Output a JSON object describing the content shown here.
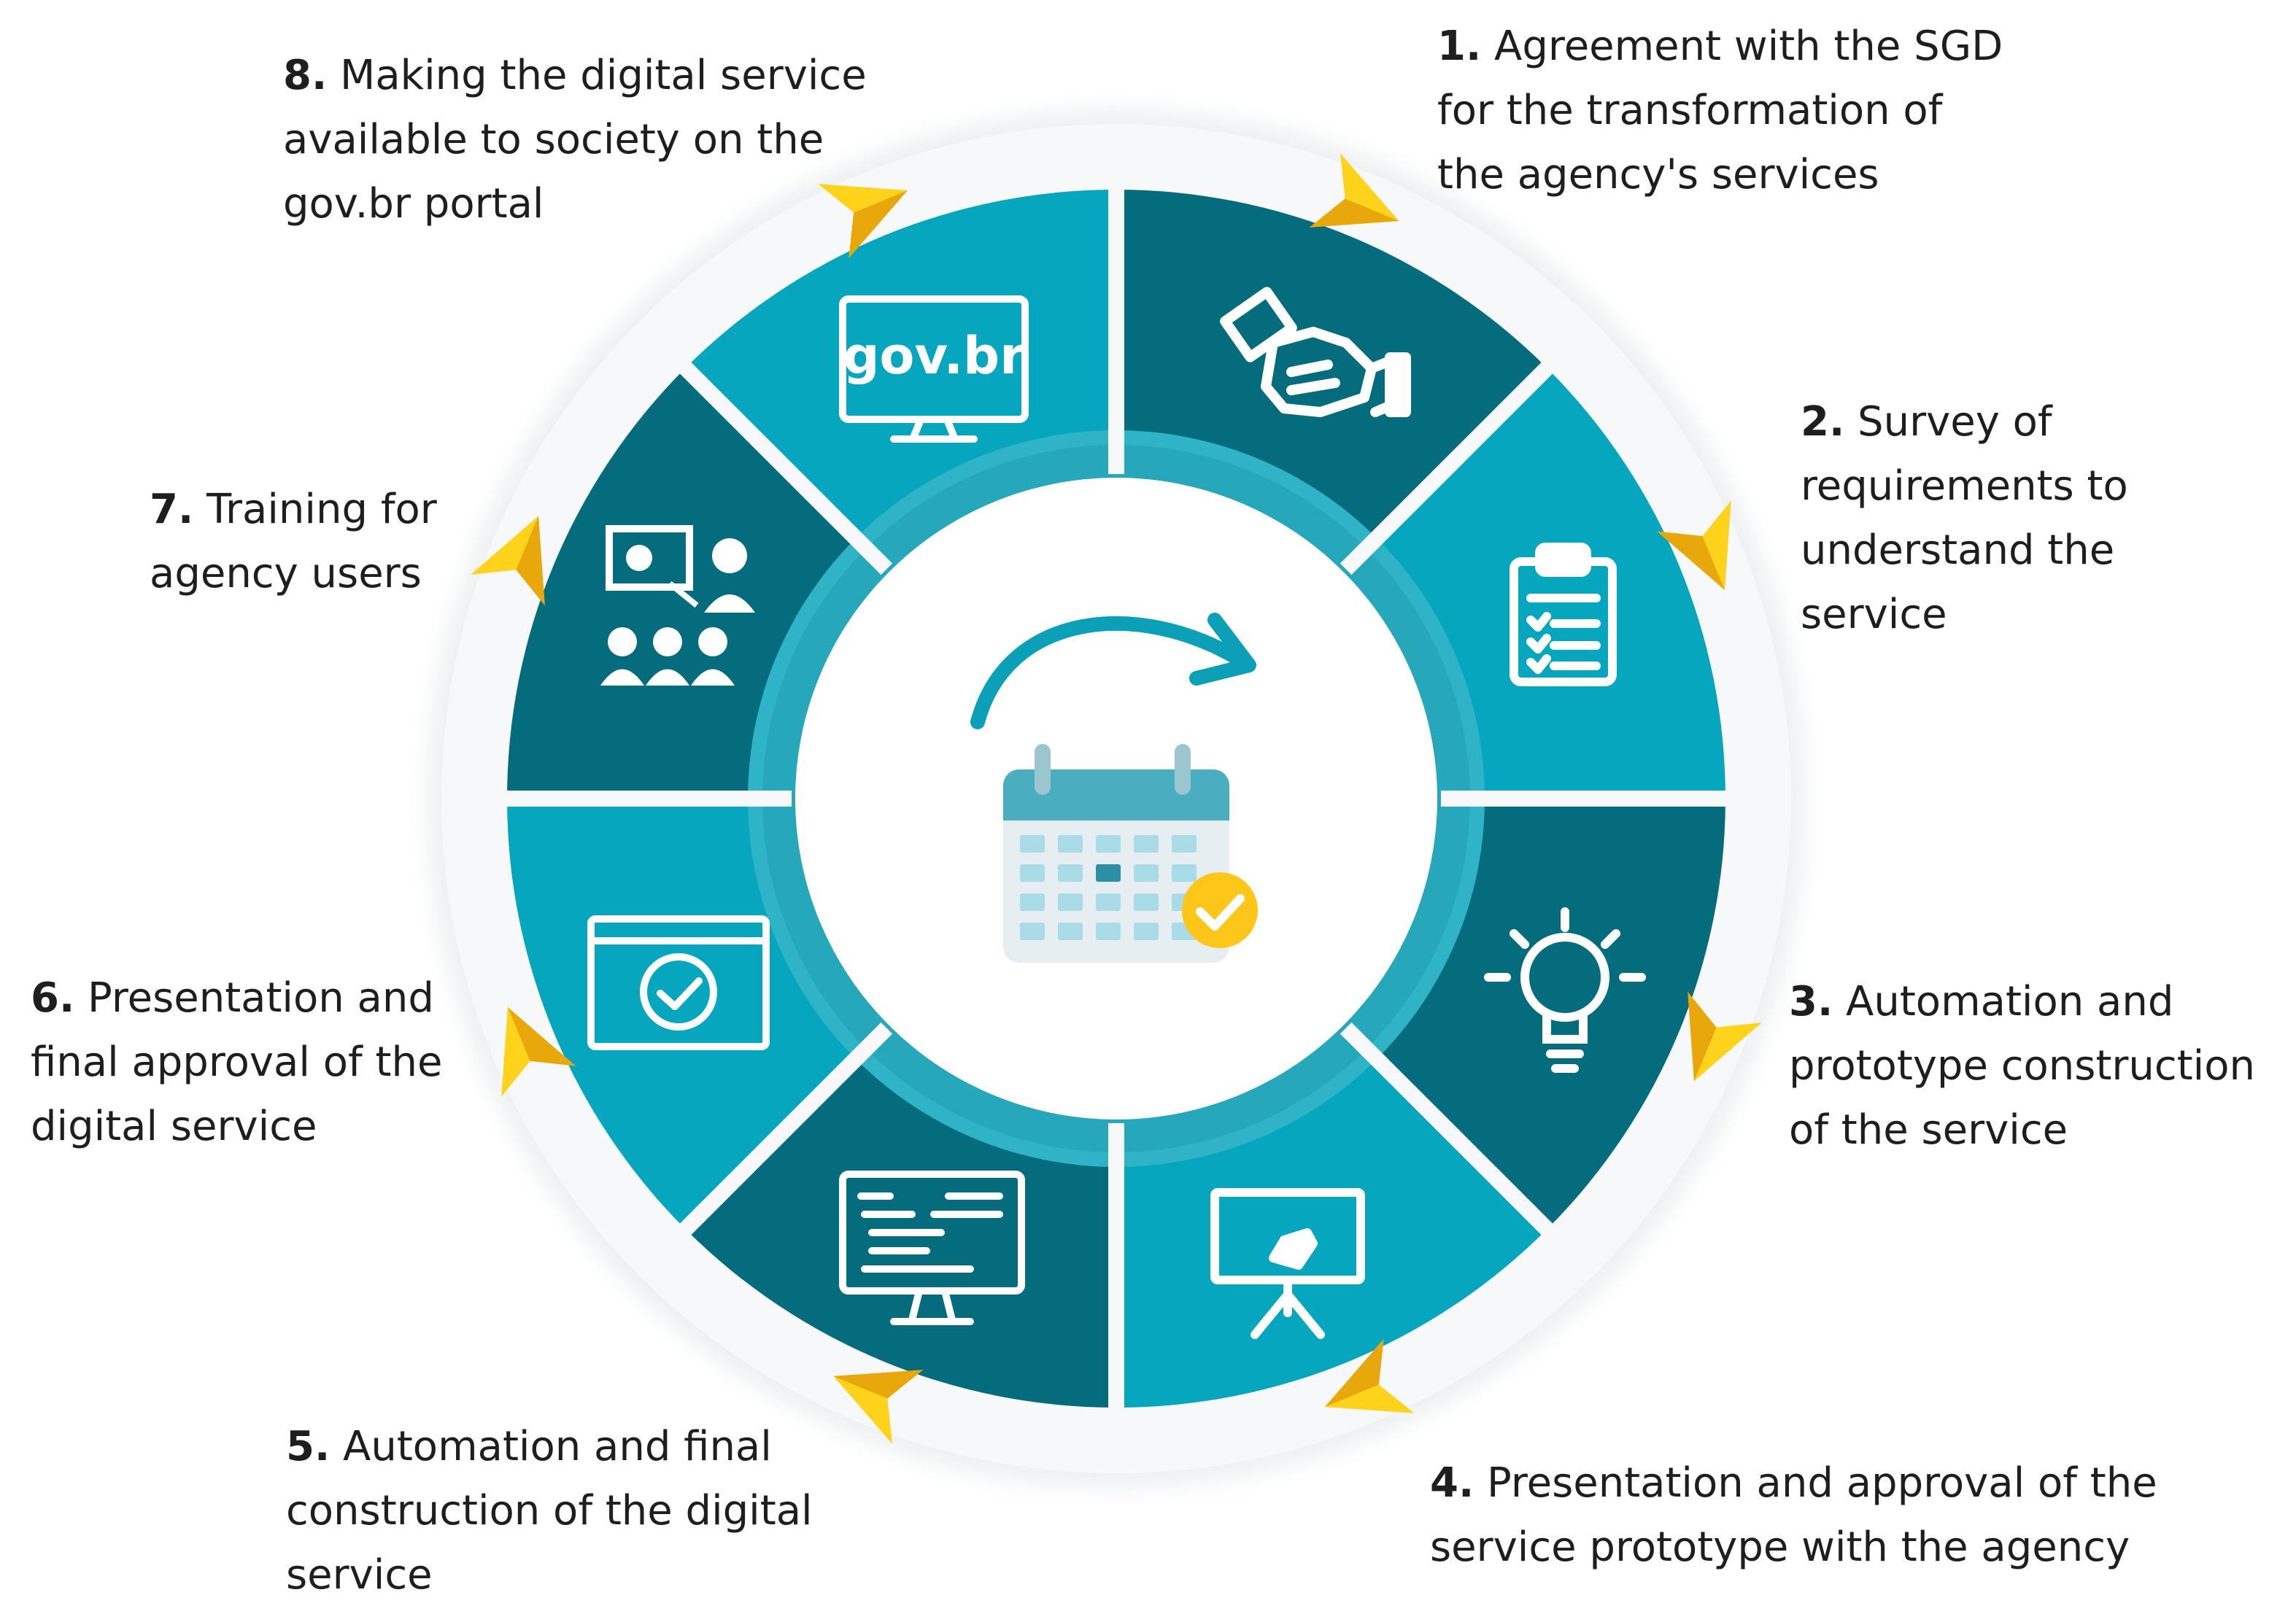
{
  "colors": {
    "dark_teal": "#046c7c",
    "light_teal": "#06a6bf",
    "inner_ring": "#2fb3c6",
    "outer_halo": "#f1f3f4",
    "arrow_yellow": "#ffd21c",
    "text": "#1e1e1e",
    "check_yellow": "#ffc61a"
  },
  "center_icon": "calendar-with-check-icon",
  "steps": [
    {
      "num": "1.",
      "lines": [
        "Agreement with the SGD",
        "for the transformation of",
        "the agency's services"
      ],
      "icon": "handshake-icon"
    },
    {
      "num": "2.",
      "lines": [
        "Survey of",
        "requirements to",
        "understand the",
        "service"
      ],
      "icon": "clipboard-checklist-icon"
    },
    {
      "num": "3.",
      "lines": [
        "Automation and",
        "prototype construction",
        "of the service"
      ],
      "icon": "lightbulb-icon"
    },
    {
      "num": "4.",
      "lines": [
        "Presentation and approval of the",
        "service prototype with the agency"
      ],
      "icon": "presentation-board-icon"
    },
    {
      "num": "5.",
      "lines": [
        "Automation and final",
        "construction of the digital",
        "service"
      ],
      "icon": "code-monitor-icon"
    },
    {
      "num": "6.",
      "lines": [
        "Presentation and",
        "final approval of the",
        "digital service"
      ],
      "icon": "approved-window-icon"
    },
    {
      "num": "7.",
      "lines": [
        "Training for",
        "agency users"
      ],
      "icon": "training-group-icon"
    },
    {
      "num": "8.",
      "lines": [
        "Making the digital service",
        "available to society on the",
        "gov.br portal"
      ],
      "icon": "govbr-monitor-icon"
    }
  ],
  "logo_text": "gov.br"
}
